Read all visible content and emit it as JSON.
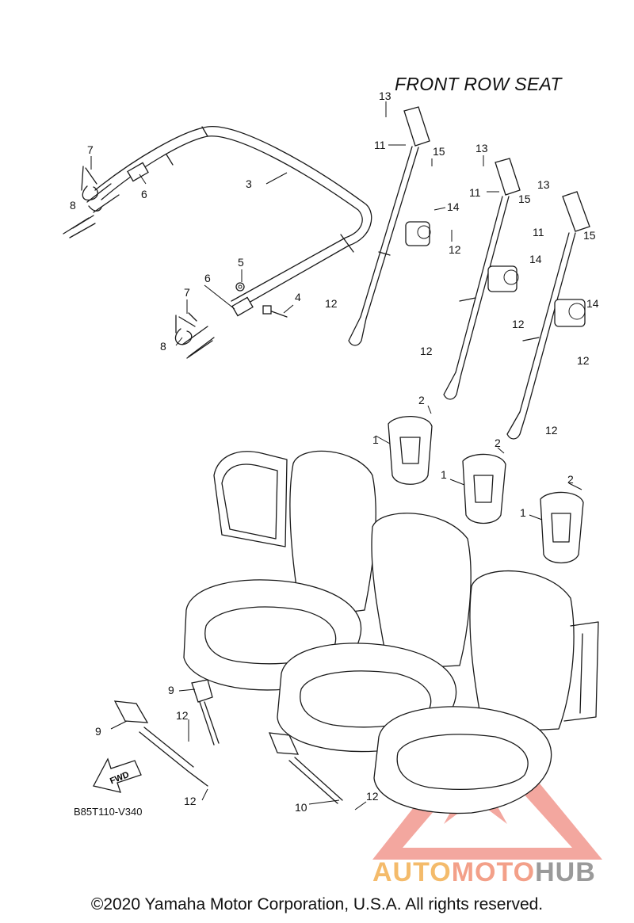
{
  "diagram": {
    "title": "FRONT ROW SEAT",
    "diagram_code": "B85T110-V340",
    "fwd_label": "FWD",
    "copyright": "©2020 Yamaha Motor Corporation, U.S.A. All rights reserved.",
    "watermark": {
      "part1": "AUTO",
      "part2": "MOTO",
      "part3": "HUB",
      "colors": {
        "auto": "#f4bb6b",
        "moto": "#f3a089",
        "hub": "#9a9a9a",
        "triangle": "#f08a80"
      }
    },
    "callouts": [
      "1",
      "1",
      "1",
      "2",
      "2",
      "2",
      "3",
      "4",
      "5",
      "6",
      "6",
      "7",
      "7",
      "8",
      "8",
      "9",
      "9",
      "10",
      "11",
      "11",
      "11",
      "12",
      "12",
      "12",
      "12",
      "12",
      "12",
      "12",
      "12",
      "13",
      "13",
      "13",
      "14",
      "14",
      "14",
      "15",
      "15",
      "15"
    ]
  }
}
